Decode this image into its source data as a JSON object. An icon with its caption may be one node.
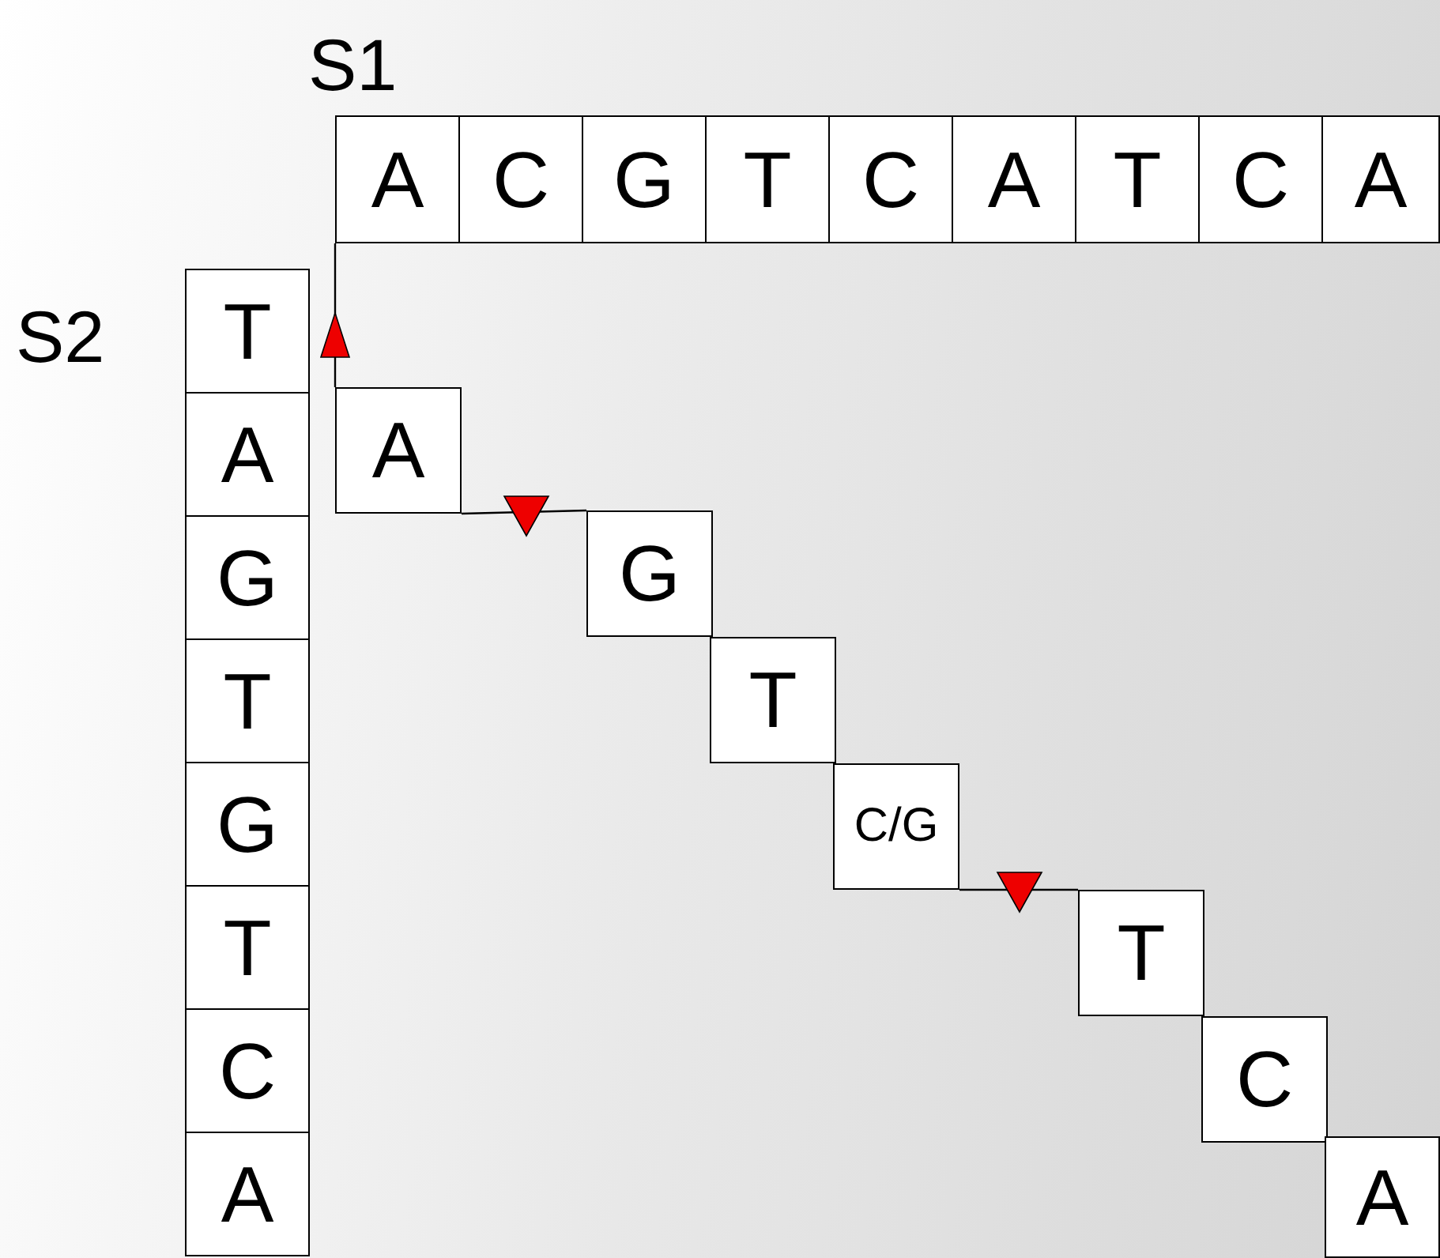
{
  "diagram": {
    "nodes": [
      {
        "text": [
          "A"
        ]
      },
      {
        "text": [
          "C"
        ]
      },
      {
        "text": [
          "G"
        ]
      },
      {
        "text": [
          "T"
        ]
      },
      {
        "text": [
          "C"
        ]
      },
      {
        "text": [
          "A"
        ]
      },
      {
        "text": [
          "T"
        ]
      },
      {
        "text": [
          "C"
        ]
      },
      {
        "text": [
          "A"
        ]
      },
      {
        "text": [
          "T"
        ]
      },
      {
        "text": [
          "A"
        ]
      },
      {
        "text": [
          "G"
        ]
      },
      {
        "text": [
          "T"
        ]
      },
      {
        "text": [
          "G"
        ]
      },
      {
        "text": [
          "T"
        ]
      },
      {
        "text": [
          "C"
        ]
      },
      {
        "text": [
          "A"
        ]
      },
      {
        "text": [
          "A"
        ]
      },
      {
        "text": [
          "G"
        ]
      },
      {
        "text": [
          "T"
        ]
      },
      {
        "text": [
          "C/G"
        ]
      },
      {
        "text": [
          "T"
        ]
      },
      {
        "text": [
          "C"
        ]
      },
      {
        "text": [
          "A"
        ]
      }
    ],
    "edges": [
      {
        "from": 0,
        "to": 17,
        "arrow": "none"
      },
      {
        "from": 17,
        "to": 18,
        "arrow": "none"
      },
      {
        "from": 20,
        "to": 21,
        "arrow": "none"
      }
    ],
    "labels": [
      "S1",
      "S2"
    ]
  }
}
